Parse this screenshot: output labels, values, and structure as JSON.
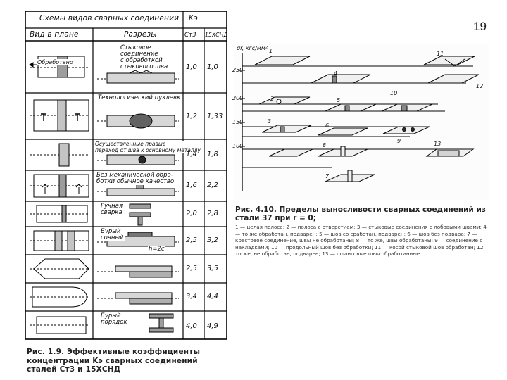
{
  "slide": {
    "number": "19"
  },
  "table": {
    "title": "Схемы видов сварных соединений",
    "kcol_header": "Kэ",
    "col_plan": "Вид в плане",
    "col_section": "Разрезы",
    "col_st3": "Ст3",
    "col_steel": "15ХСНД",
    "rows": [
      {
        "note": "Стыковое\nсоединение\nс обработкой\nстыкового шва",
        "plan_note": "Обработано",
        "st3": "1,0",
        "steel": "1,0"
      },
      {
        "note": "Технологический пуклевк",
        "plan_note": "",
        "st3": "1,2",
        "steel": "1,33"
      },
      {
        "note": "Осуществленные правые\nпереход от шва к основному металлу",
        "plan_note": "",
        "st3": "1,4",
        "steel": "1,8"
      },
      {
        "note": "Без механической обра-\nботки обычное качество",
        "plan_note": "",
        "st3": "1,6",
        "steel": "2,2"
      },
      {
        "note": "Ручная\nсварка",
        "plan_note": "",
        "st3": "2,0",
        "steel": "2,8"
      },
      {
        "note": "Бурый\nсочный",
        "plan_note": "",
        "st3": "2,5",
        "steel": "3,2"
      },
      {
        "note": "h=2c",
        "plan_note": "",
        "st3": "2,5",
        "steel": "3,5"
      },
      {
        "note": "",
        "plan_note": "",
        "st3": "3,4",
        "steel": "4,4"
      },
      {
        "note": "Бурый\nпорядок",
        "plan_note": "",
        "st3": "4,0",
        "steel": "4,9"
      }
    ],
    "caption": "Рис. 1.9. Эффективные коэффициенты концентрации Kэ сварных соединений сталей Ст3 и 15ХСНД"
  },
  "figure": {
    "axis_label": "σr, кгс/мм²",
    "ticks": [
      "250",
      "200",
      "150",
      "100"
    ],
    "spec_numbers": [
      "1",
      "2",
      "3",
      "4",
      "5",
      "6",
      "7",
      "8",
      "9",
      "10",
      "11",
      "12",
      "13"
    ],
    "caption_title": "Рис. 4.10. Пределы выносливости сварных соединений из стали 37 при r = 0;",
    "caption_legend": "1 — целая полоса; 2 — полоса с отверстием; 3 — стыковые соединения с лобовыми швами; 4 — то же обработан, подварен; 5 — шов со сработан, подварен; 6 — шов без подвара; 7 — крестовое соединение, швы не обработаны; 8 — то же, швы обработаны; 9 — соединение с накладками; 10 — продольный шов без обработки; 11 — косой стыковой шов обработан; 12 — то же, не обработан, подварен; 13 — фланговые швы обработанные"
  }
}
